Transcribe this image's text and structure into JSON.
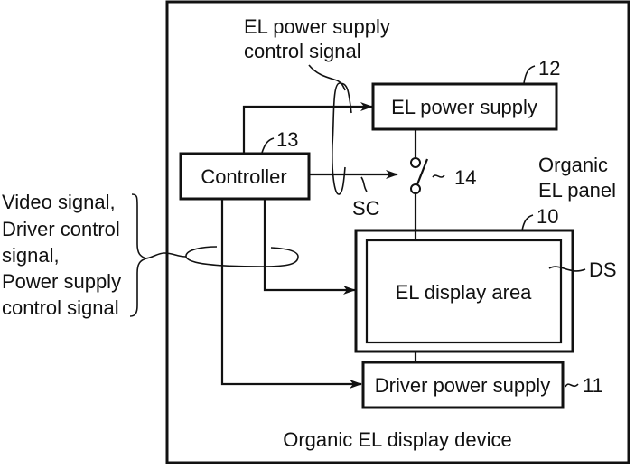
{
  "device": {
    "label": "Organic EL display device"
  },
  "blocks": {
    "el_power_supply": {
      "label": "EL power supply",
      "ref": "12"
    },
    "controller": {
      "label": "Controller",
      "ref": "13"
    },
    "switch": {
      "ref": "14"
    },
    "panel": {
      "label_line1": "Organic",
      "label_line2": "EL panel",
      "ref": "10"
    },
    "display_area": {
      "label": "EL display area",
      "ref": "DS"
    },
    "driver_power_supply": {
      "label": "Driver power supply",
      "ref": "11"
    }
  },
  "signals": {
    "el_power_control": {
      "line1": "EL power supply",
      "line2": "control signal"
    },
    "switch_control": {
      "label": "SC"
    },
    "inputs": {
      "lines": [
        "Video signal,",
        "Driver control",
        "signal,",
        "Power supply",
        "control signal"
      ]
    }
  }
}
